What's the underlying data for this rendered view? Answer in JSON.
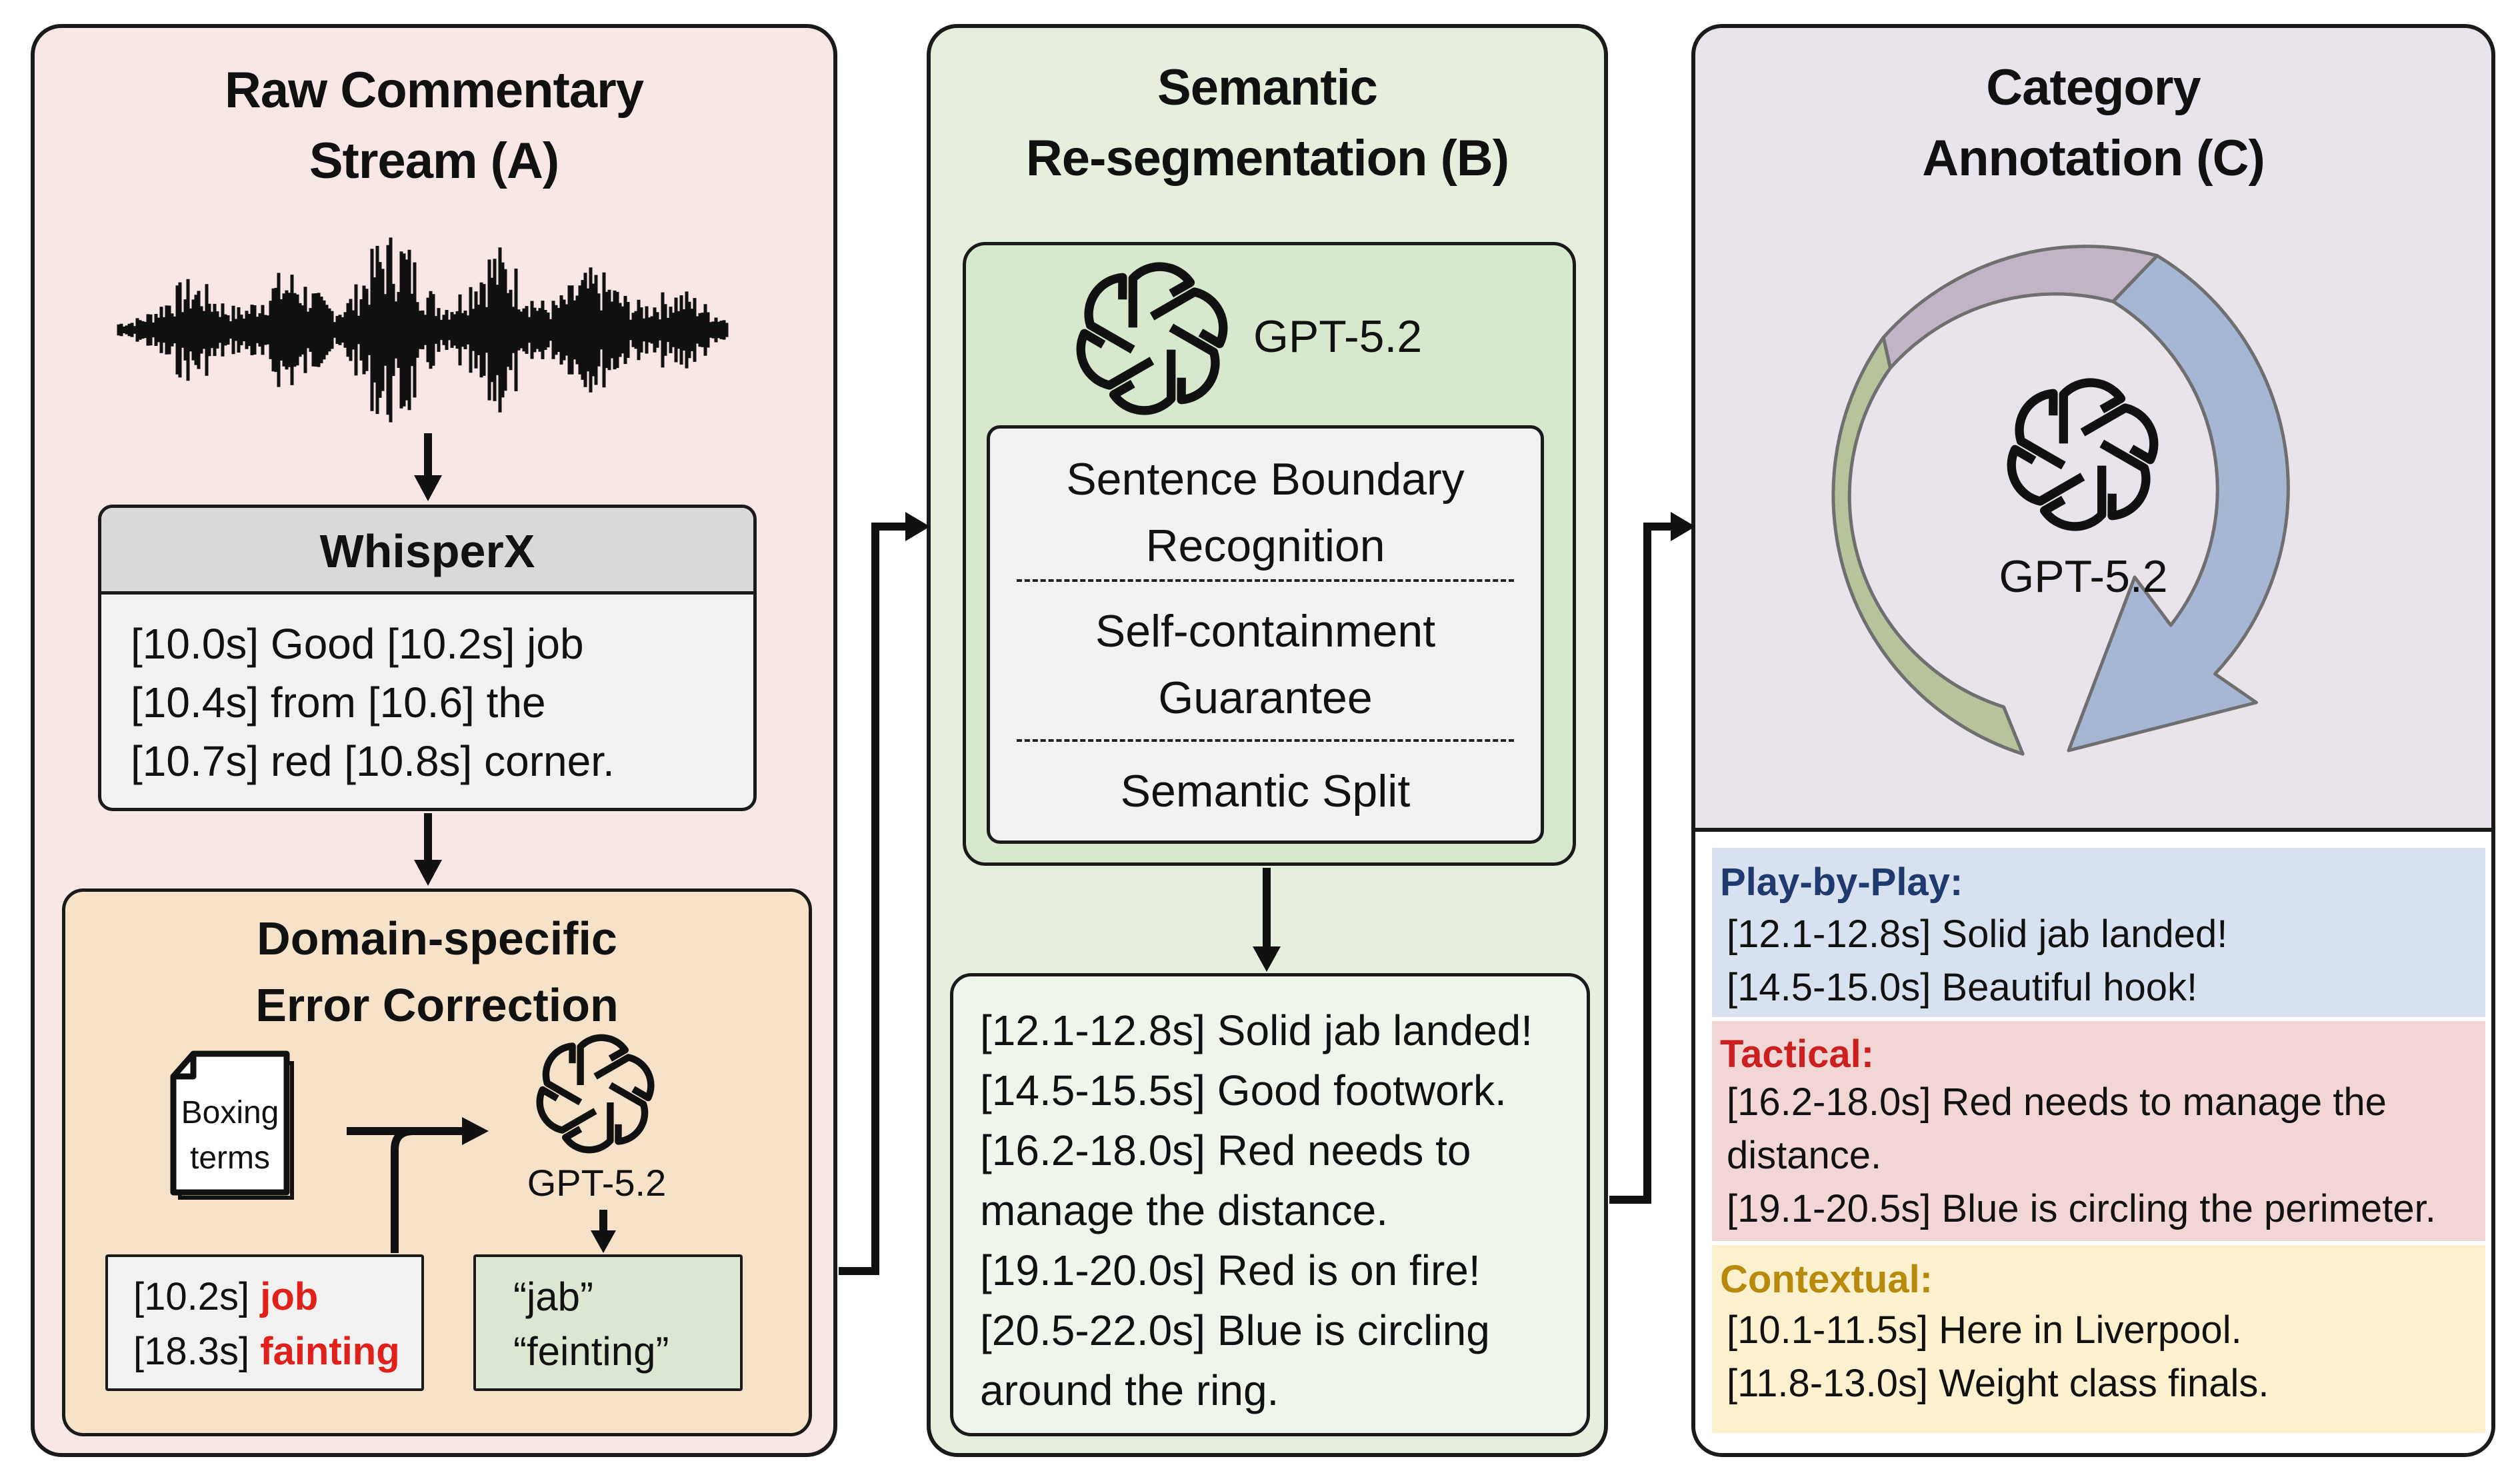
{
  "panel_a": {
    "title_line1": "Raw Commentary",
    "title_line2": "Stream (A)",
    "whisperx": {
      "header": "WhisperX",
      "lines": [
        "[10.0s] Good  [10.2s] job",
        "[10.4s] from  [10.6] the",
        "[10.7s] red  [10.8s] corner."
      ]
    },
    "correction": {
      "title_line1": "Domain-specific",
      "title_line2": "Error Correction",
      "doc_label_line1": "Boxing",
      "doc_label_line2": "terms",
      "model_label": "GPT-5.2",
      "errors": [
        {
          "time": "[10.2s]",
          "word": "job"
        },
        {
          "time": "[18.3s]",
          "word": "fainting"
        }
      ],
      "corrected": [
        "“jab”",
        "“feinting”"
      ]
    }
  },
  "panel_b": {
    "title_line1": "Semantic",
    "title_line2": "Re-segmentation (B)",
    "model_label": "GPT-5.2",
    "steps": [
      {
        "line1": "Sentence Boundary",
        "line2": "Recognition"
      },
      {
        "line1": "Self-containment",
        "line2": "Guarantee"
      },
      {
        "line1": "Semantic Split",
        "line2": ""
      }
    ],
    "output_lines": [
      "[12.1-12.8s] Solid jab landed!",
      "[14.5-15.5s] Good footwork.",
      "[16.2-18.0s] Red needs to",
      "manage the distance.",
      "[19.1-20.0s] Red is on fire!",
      "[20.5-22.0s] Blue is circling",
      "around the ring."
    ]
  },
  "panel_c": {
    "title_line1": "Category",
    "title_line2": "Annotation (C)",
    "model_label": "GPT-5.2",
    "categories": [
      {
        "name": "Play-by-Play:",
        "color": "#1f3a6e",
        "bg": "#d8e1ef",
        "lines": [
          "[12.1-12.8s] Solid jab landed!",
          "[14.5-15.0s] Beautiful hook!"
        ]
      },
      {
        "name": "Tactical:",
        "color": "#cc1f1f",
        "bg": "#f1d6d5",
        "lines": [
          "[16.2-18.0s] Red needs to manage the",
          "distance.",
          "[19.1-20.5s] Blue is circling the perimeter."
        ]
      },
      {
        "name": "Contextual:",
        "color": "#b78a0c",
        "bg": "#fcf1cf",
        "lines": [
          "[10.1-11.5s] Here in Liverpool.",
          "[11.8-13.0s] Weight class finals."
        ]
      }
    ]
  },
  "colors": {
    "panel_a_bg": "#f7e8e6",
    "panel_b_bg": "#e6efde",
    "panel_c_bg": "#e9e4ec",
    "correction_bg": "#f6e2c8",
    "highlight_red": "#e0201b",
    "arc_green": "#b7c39a",
    "arc_purple": "#c1b4c7",
    "arc_blue": "#a7b6d4"
  },
  "icons": [
    "waveform-icon",
    "openai-logo-icon",
    "document-icon",
    "cycle-arrow-icon"
  ]
}
